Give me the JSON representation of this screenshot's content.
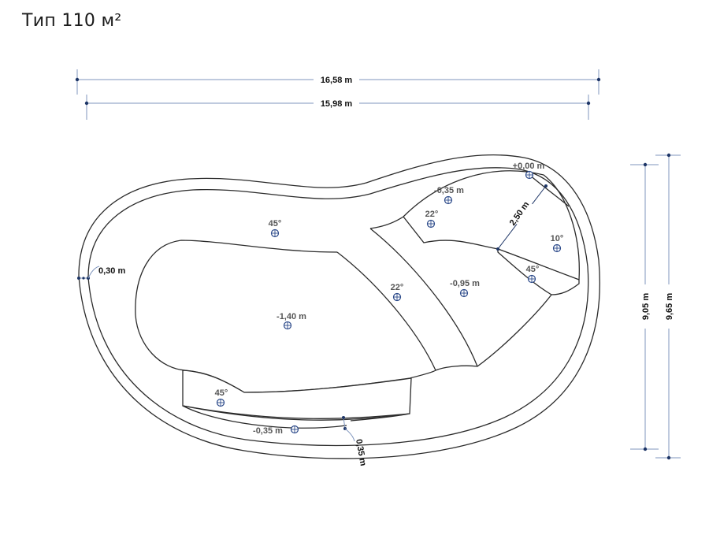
{
  "title": "Тип 110 м²",
  "dimensions": {
    "overall_length": "16,58 m",
    "inner_length": "15,98 m",
    "inner_width": "9,05 m",
    "overall_width": "9,65 m",
    "wall_thickness_left": "0,30 m",
    "bench_width": "0,35 m",
    "step_width": "2,50 m"
  },
  "annotations": {
    "deep_zone_depth": "-1,40 m",
    "middle_zone_depth": "-0,95 m",
    "upper_zone_depth": "-0,35 m",
    "bench_depth": "-0,35 m",
    "rim_level": "+0,00 m",
    "wall_slope_top": "45°",
    "bench_slope": "45°",
    "step_slope": "45°",
    "ramp_slope_middle": "22°",
    "ramp_slope_upper": "22°",
    "beach_slope": "10°"
  },
  "colors": {
    "dimension_line": "#7f95bd",
    "marker": "#2c4a8a",
    "outline": "#2b2b2b"
  }
}
